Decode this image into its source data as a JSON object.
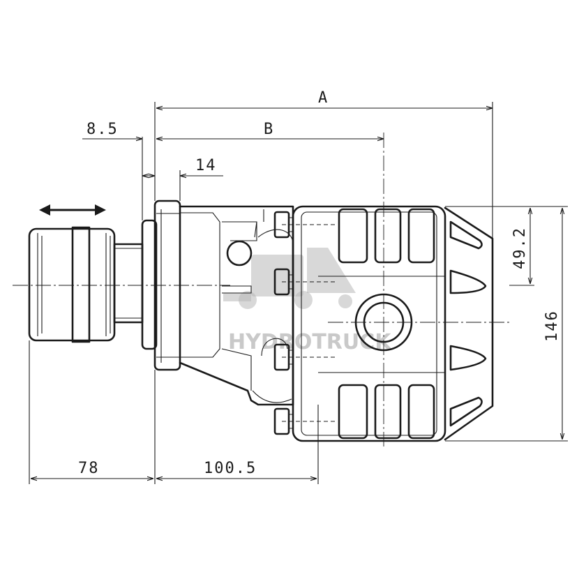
{
  "dimensions": {
    "A": "A",
    "B": "B",
    "d_8_5": "8.5",
    "d_14": "14",
    "d_49_2": "49.2",
    "d_146": "146",
    "d_78": "78",
    "d_100_5": "100.5"
  },
  "watermark": {
    "text": "HYDROTRUCK"
  },
  "icons": {
    "travel": "double-arrow-icon"
  }
}
